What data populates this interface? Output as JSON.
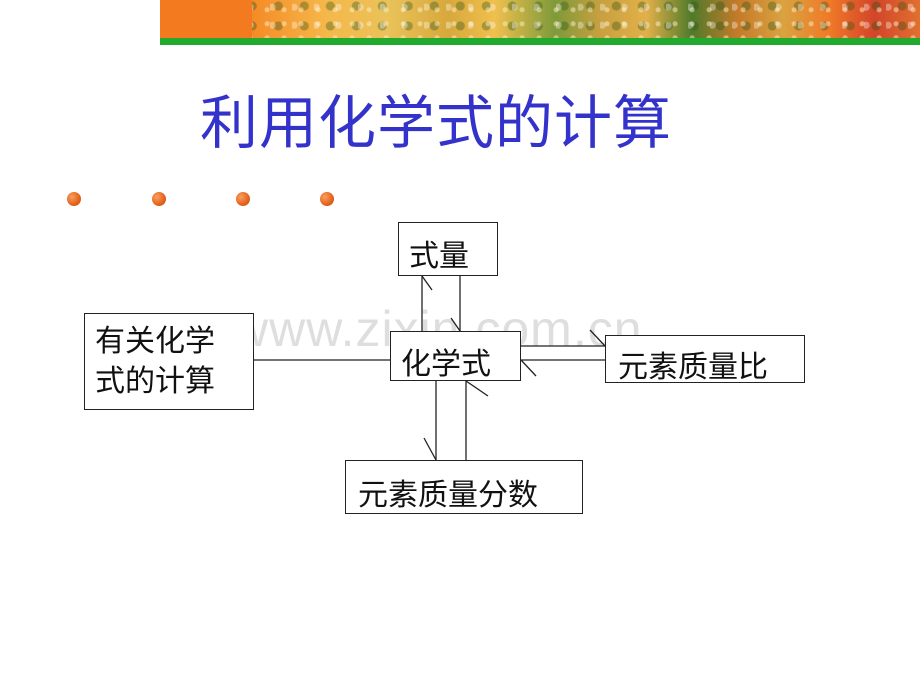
{
  "slide": {
    "title": "利用化学式的计算",
    "watermark": "www.zixin.com.cn"
  },
  "diagram": {
    "nodes": {
      "formula_weight": "式量",
      "chemical_formula": "化学式",
      "mass_ratio": "元素质量比",
      "mass_fraction": "元素质量分数",
      "related_calc_line1": "有关化学",
      "related_calc_line2": "式的计算"
    }
  },
  "colors": {
    "title": "#3333cc",
    "bullet": "#e4621a",
    "accent_bar": "#22aa2e",
    "banner": "#f47a1f"
  }
}
